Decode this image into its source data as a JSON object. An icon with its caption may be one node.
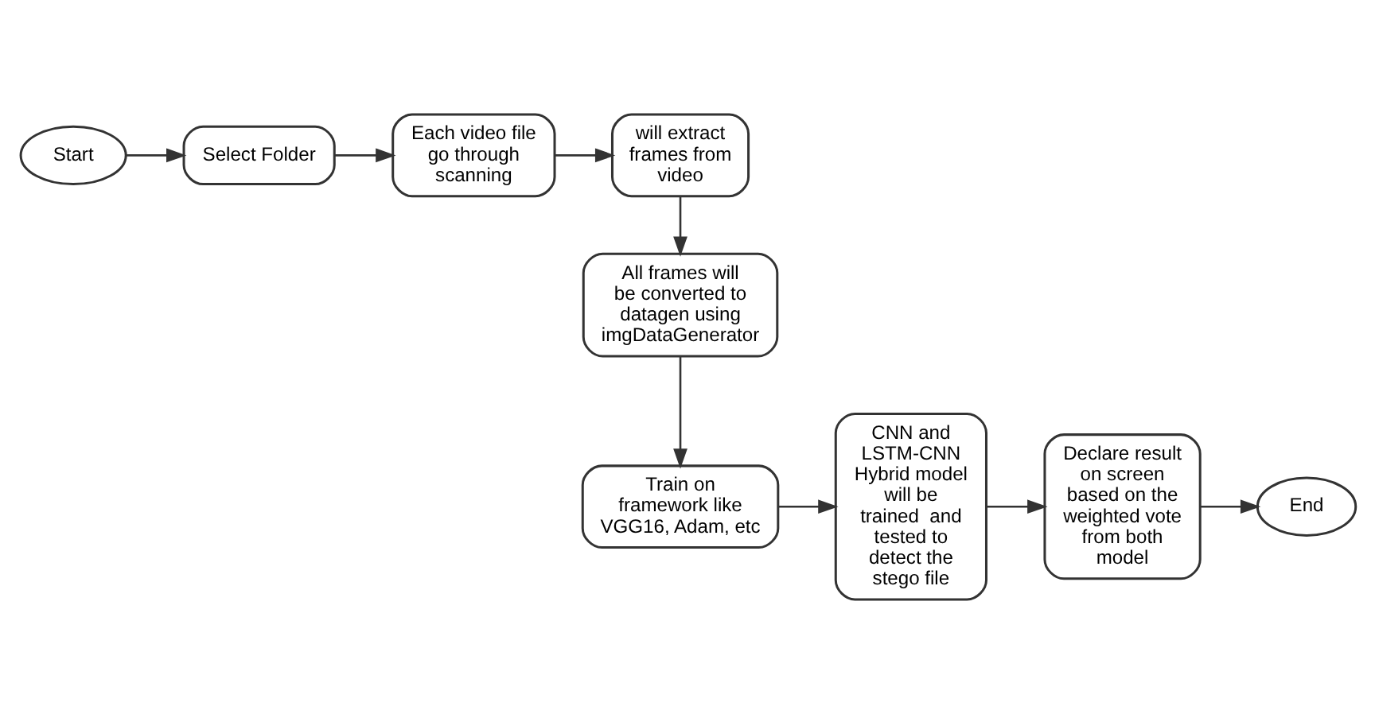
{
  "diagram": {
    "nodes": [
      {
        "text": [
          "Start"
        ]
      },
      {
        "text": [
          "Select Folder"
        ]
      },
      {
        "text": [
          "Each video file go through scanning"
        ]
      },
      {
        "text": [
          "will extract frames from video"
        ]
      },
      {
        "text": [
          "All frames will be converted to datagen using imgDataGenerator"
        ]
      },
      {
        "text": [
          "Train on framework like VGG16, Adam, etc"
        ]
      },
      {
        "text": [
          "CNN and LSTM-CNN Hybrid model will be trained  and tested to detect the stego file"
        ]
      },
      {
        "text": [
          "Declare result on screen based on the weighted vote from both model"
        ]
      },
      {
        "text": [
          "End"
        ]
      }
    ],
    "edges": [
      {
        "from": 0,
        "to": 1,
        "arrow": "to"
      },
      {
        "from": 1,
        "to": 2,
        "arrow": "to"
      },
      {
        "from": 2,
        "to": 3,
        "arrow": "to"
      },
      {
        "from": 3,
        "to": 4,
        "arrow": "to"
      },
      {
        "from": 4,
        "to": 5,
        "arrow": "to"
      },
      {
        "from": 5,
        "to": 6,
        "arrow": "to"
      },
      {
        "from": 6,
        "to": 7,
        "arrow": "to"
      },
      {
        "from": 7,
        "to": 8,
        "arrow": "to"
      }
    ]
  }
}
